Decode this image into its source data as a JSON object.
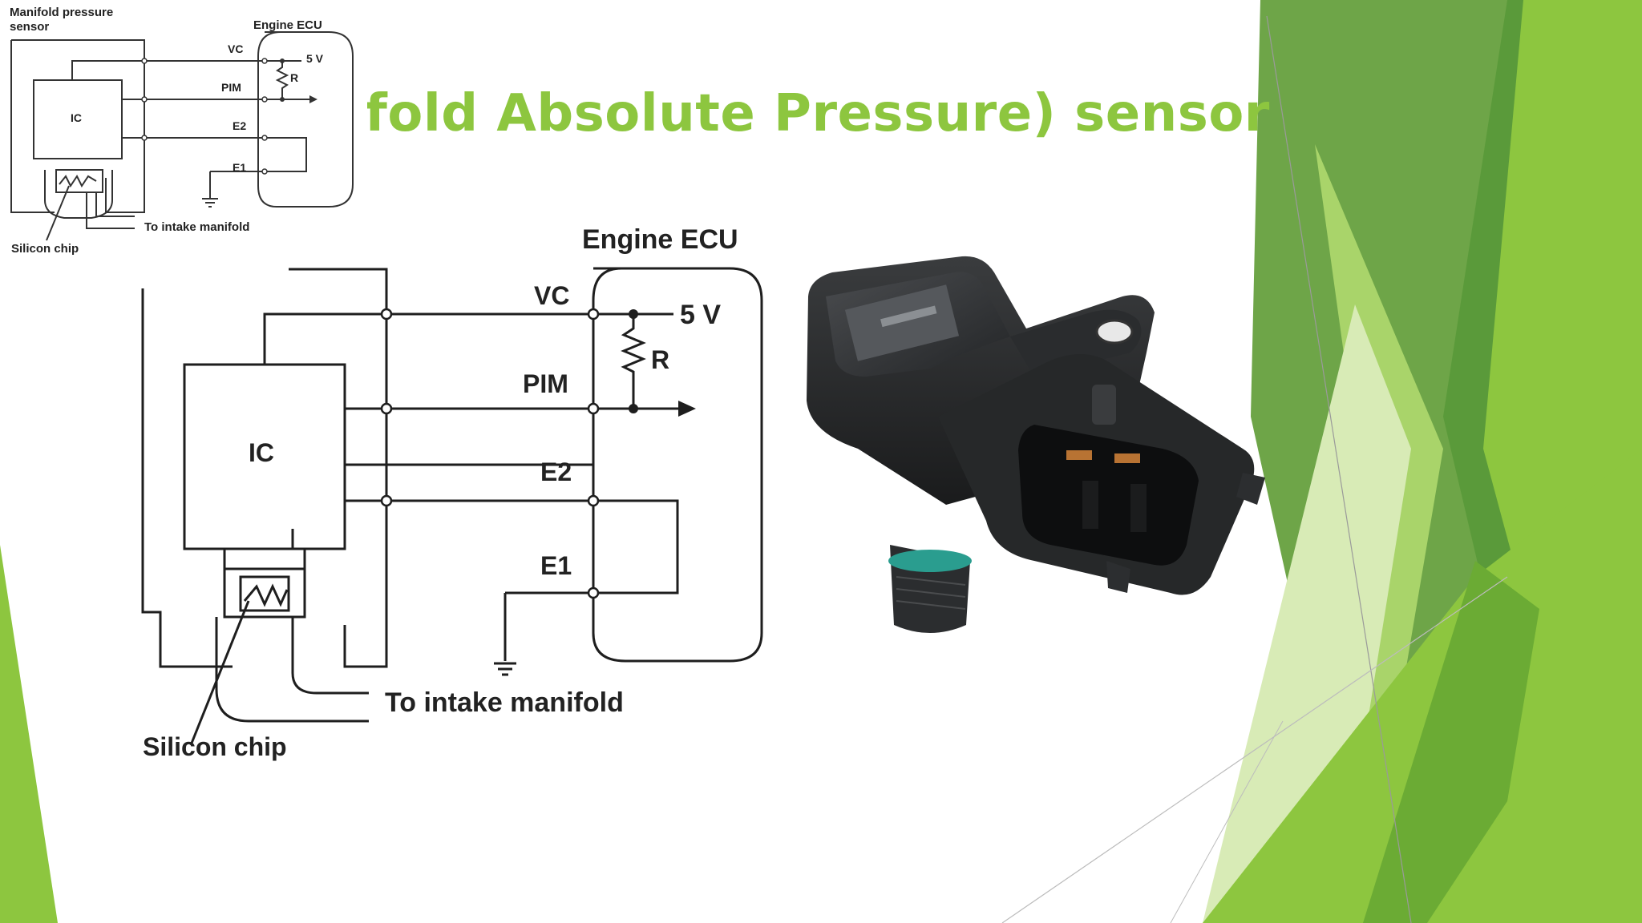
{
  "slide": {
    "title": "fold Absolute Pressure) sensor"
  },
  "small_diagram": {
    "sensor_label_line1": "Manifold pressure",
    "sensor_label_line2": "sensor",
    "ecu_label": "Engine ECU",
    "ic_label": "IC",
    "vc": "VC",
    "pim": "PIM",
    "e2": "E2",
    "e1": "E1",
    "voltage": "5 V",
    "resistor": "R",
    "intake": "To intake manifold",
    "chip": "Silicon chip"
  },
  "large_diagram": {
    "ecu_label": "Engine ECU",
    "ic_label": "IC",
    "vc": "VC",
    "pim": "PIM",
    "e2": "E2",
    "e1": "E1",
    "voltage": "5 V",
    "resistor": "R",
    "intake": "To intake manifold",
    "chip": "Silicon chip"
  },
  "colors": {
    "accent": "#8dc63f",
    "accent_dark": "#4f8a2b",
    "accent_mid": "#76b043",
    "accent_light": "#cfe6a8",
    "sensor_body": "#2b2d2f"
  }
}
